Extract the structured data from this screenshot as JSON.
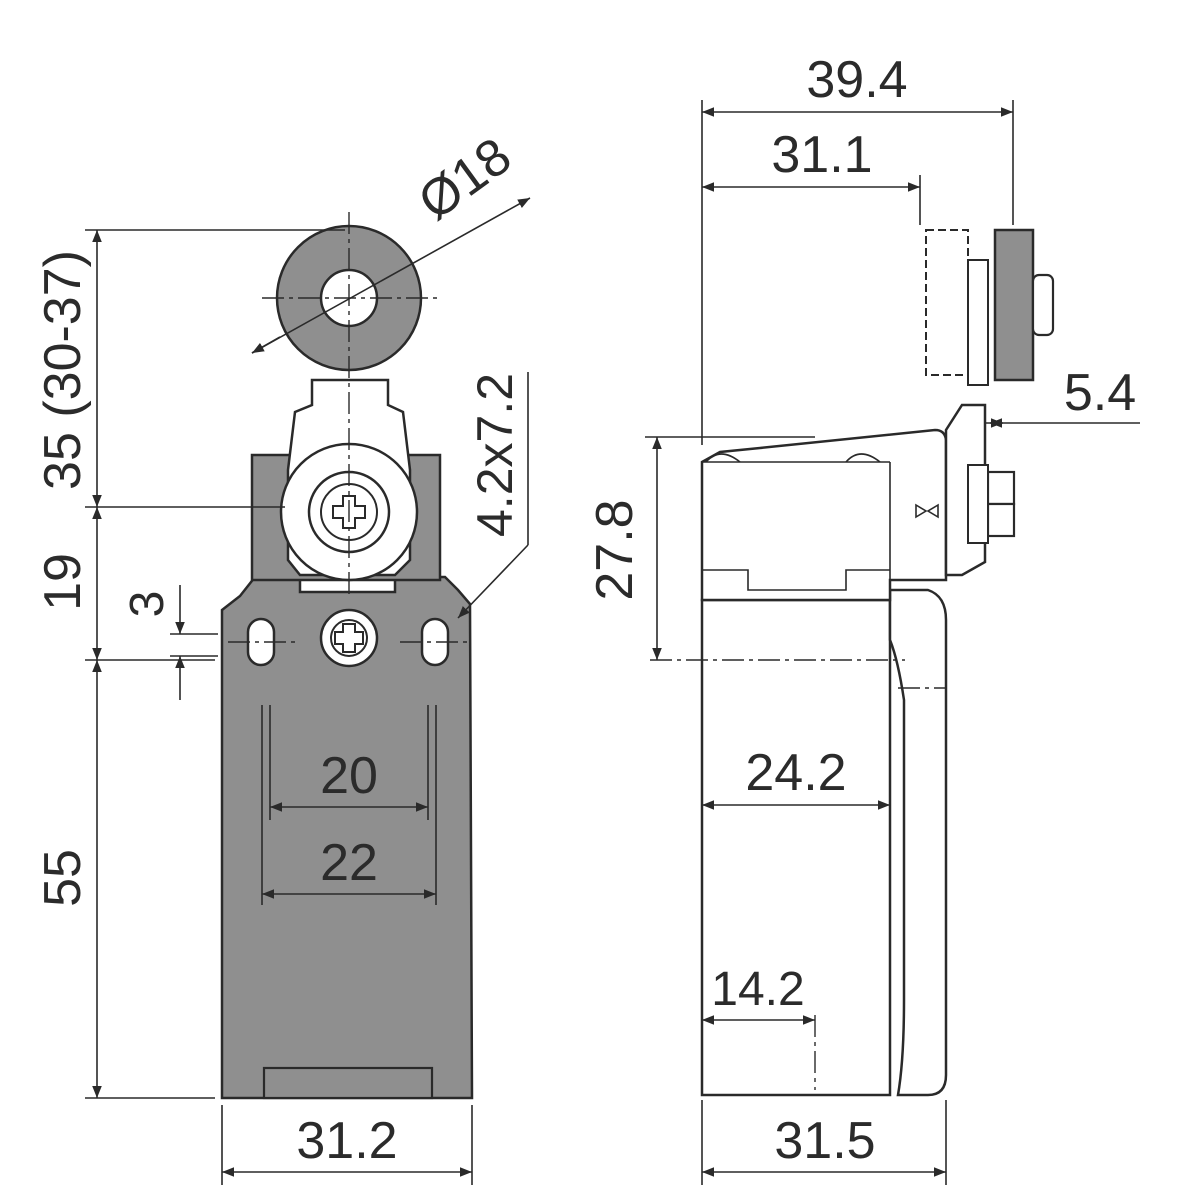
{
  "dimensions": {
    "overall_depth": "39.4",
    "roller_offset": "31.1",
    "roller_diameter": "Ø18",
    "lever_length": "35 (30-37)",
    "slot_size": "4.2x7.2",
    "lever_offset": "5.4",
    "head_height": "27.8",
    "upper_height": "19",
    "slot_travel": "3",
    "body_height": "55",
    "hole_spacing_inner": "20",
    "hole_spacing_outer": "22",
    "front_width": "31.2",
    "side_inner_width": "24.2",
    "side_depth_partial": "14.2",
    "side_width": "31.5"
  },
  "colors": {
    "body_gray": "#8f8f8f",
    "line": "#2a2a2a",
    "background": "#ffffff"
  }
}
